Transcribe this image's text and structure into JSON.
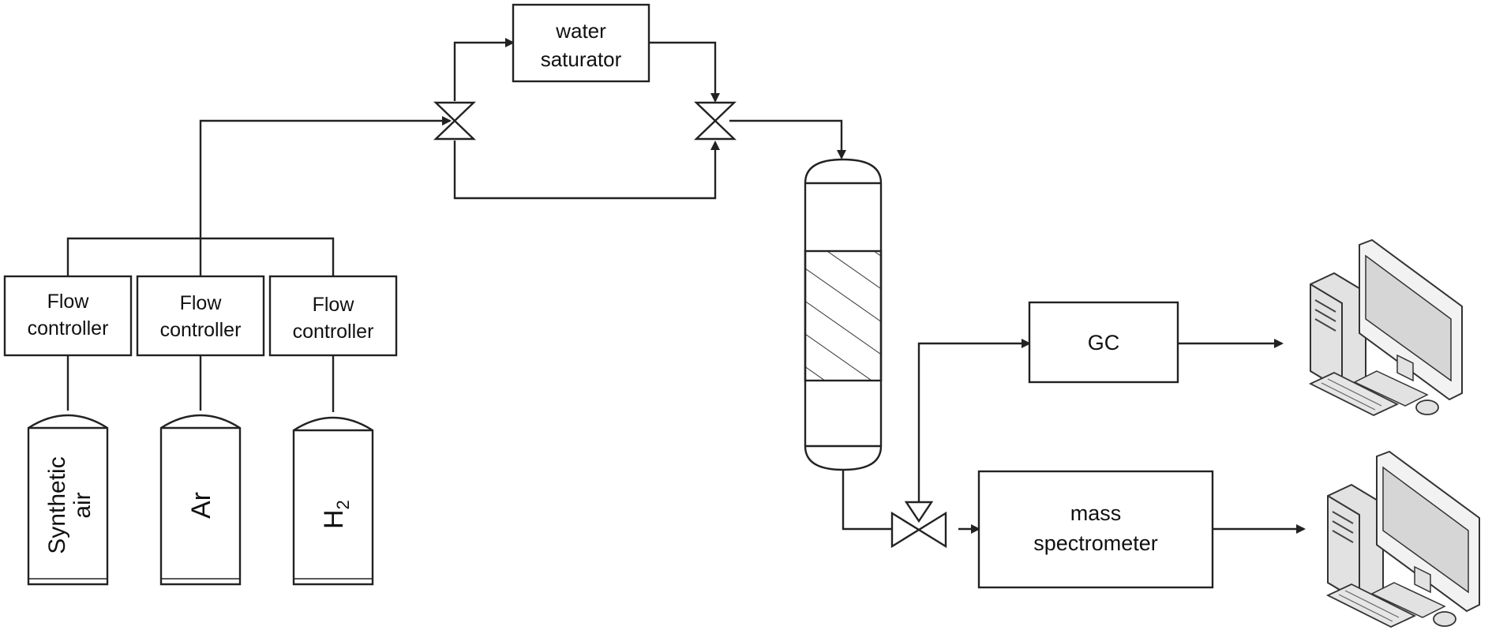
{
  "flow_controllers": [
    {
      "line1": "Flow",
      "line2": "controller"
    },
    {
      "line1": "Flow",
      "line2": "controller"
    },
    {
      "line1": "Flow",
      "line2": "controller"
    }
  ],
  "cylinders": {
    "air": {
      "line1": "Synthetic",
      "line2": "air"
    },
    "ar": {
      "label": "Ar"
    },
    "h2": {
      "main": "H",
      "sub": "2"
    }
  },
  "saturator": {
    "line1": "water",
    "line2": "saturator"
  },
  "gc": {
    "label": "GC"
  },
  "ms": {
    "line1": "mass",
    "line2": "spectrometer"
  },
  "icons": {
    "valve": "two-way-valve-icon",
    "three_way_valve": "three-way-valve-icon",
    "reactor": "packed-bed-reactor-icon",
    "computer": "desktop-computer-icon"
  },
  "colors": {
    "stroke": "#222222",
    "fill": "#ffffff",
    "screen": "#d6d6d6",
    "case": "#e2e2e2"
  }
}
